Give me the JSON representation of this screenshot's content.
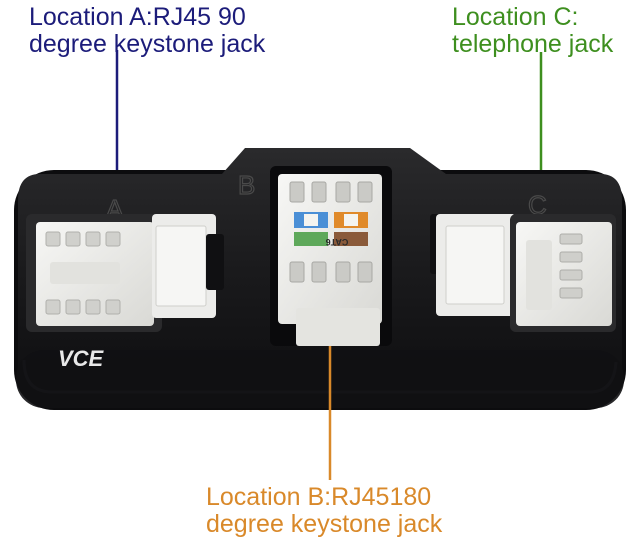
{
  "callouts": {
    "a": {
      "line1": "Location A:RJ45 90",
      "line2": "degree keystone jack",
      "color": "#1c1c7a"
    },
    "b": {
      "line1": "Location B:RJ45180",
      "line2": "degree keystone jack",
      "color": "#d9892a"
    },
    "c": {
      "line1": "Location C:",
      "line2": "telephone jack",
      "color": "#3e8f1f"
    }
  },
  "mould_letters": {
    "a": "A",
    "b": "B",
    "c": "C"
  },
  "brand": "VCE",
  "jack_marking": "CAT6",
  "colors": {
    "housing": "#1b1b1d",
    "jack": "#efefec",
    "background": "#ffffff"
  }
}
